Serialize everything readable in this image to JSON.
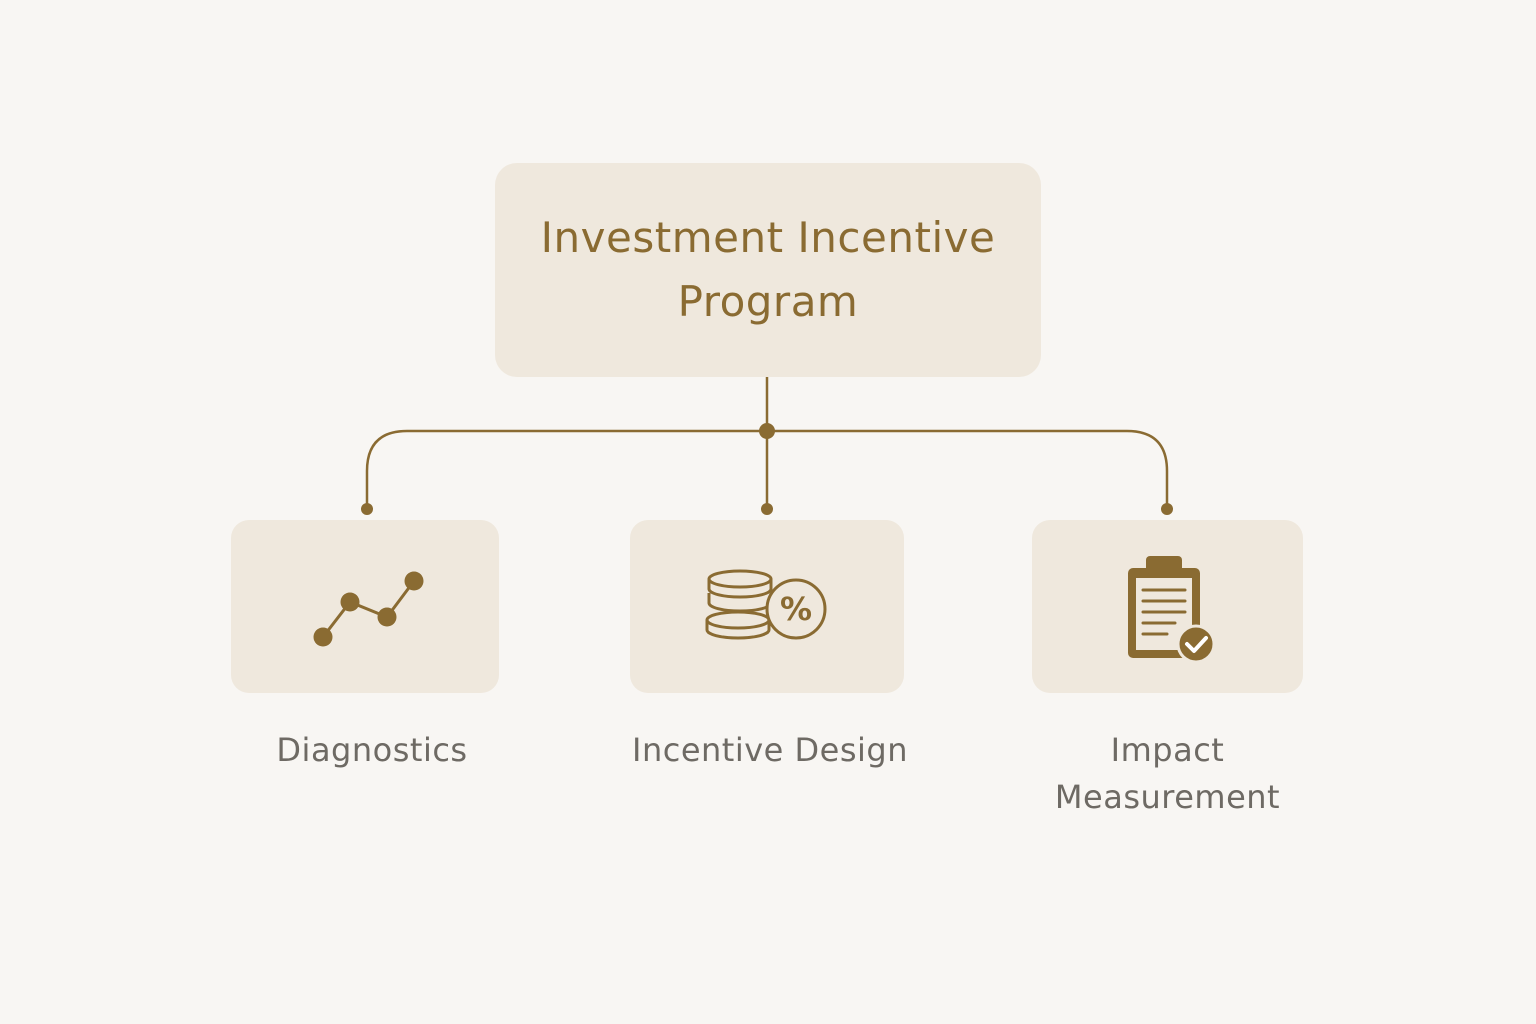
{
  "root": {
    "title": "Investment Incentive Program"
  },
  "children": [
    {
      "label": "Diagnostics",
      "icon": "line-chart-icon"
    },
    {
      "label": "Incentive Design",
      "icon": "coins-percent-icon"
    },
    {
      "label": "Impact Measurement",
      "icon": "clipboard-check-icon"
    }
  ],
  "colors": {
    "accent": "#8a6b32",
    "box": "#efe8dd",
    "background": "#f8f6f3",
    "label": "#6e6a64"
  }
}
